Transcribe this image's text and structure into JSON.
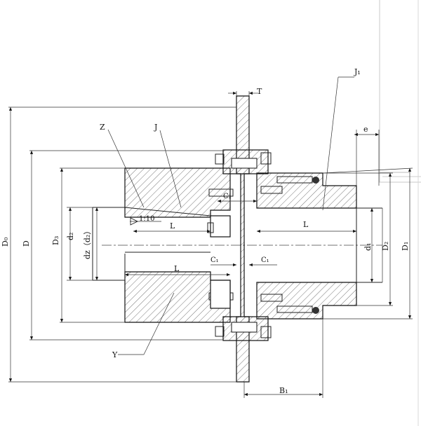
{
  "labels": {
    "T": "T",
    "J1": "J₁",
    "e": "e",
    "Z": "Z",
    "J": "J",
    "C2": "C₂",
    "taper": "1:10",
    "L_upper_left": "L",
    "L_upper_right": "L",
    "L_lower": "L",
    "C1_left": "C₁",
    "C1_right": "C₁",
    "Y": "Y",
    "B1": "B₁",
    "D0": "D₀",
    "D": "D",
    "D3": "D₃",
    "d2": "d₂",
    "dz": "dz（d₂）",
    "d1": "d₁",
    "D2": "D₂",
    "D1": "D₁"
  },
  "colors": {
    "line": "#222222",
    "background": "#ffffff"
  }
}
